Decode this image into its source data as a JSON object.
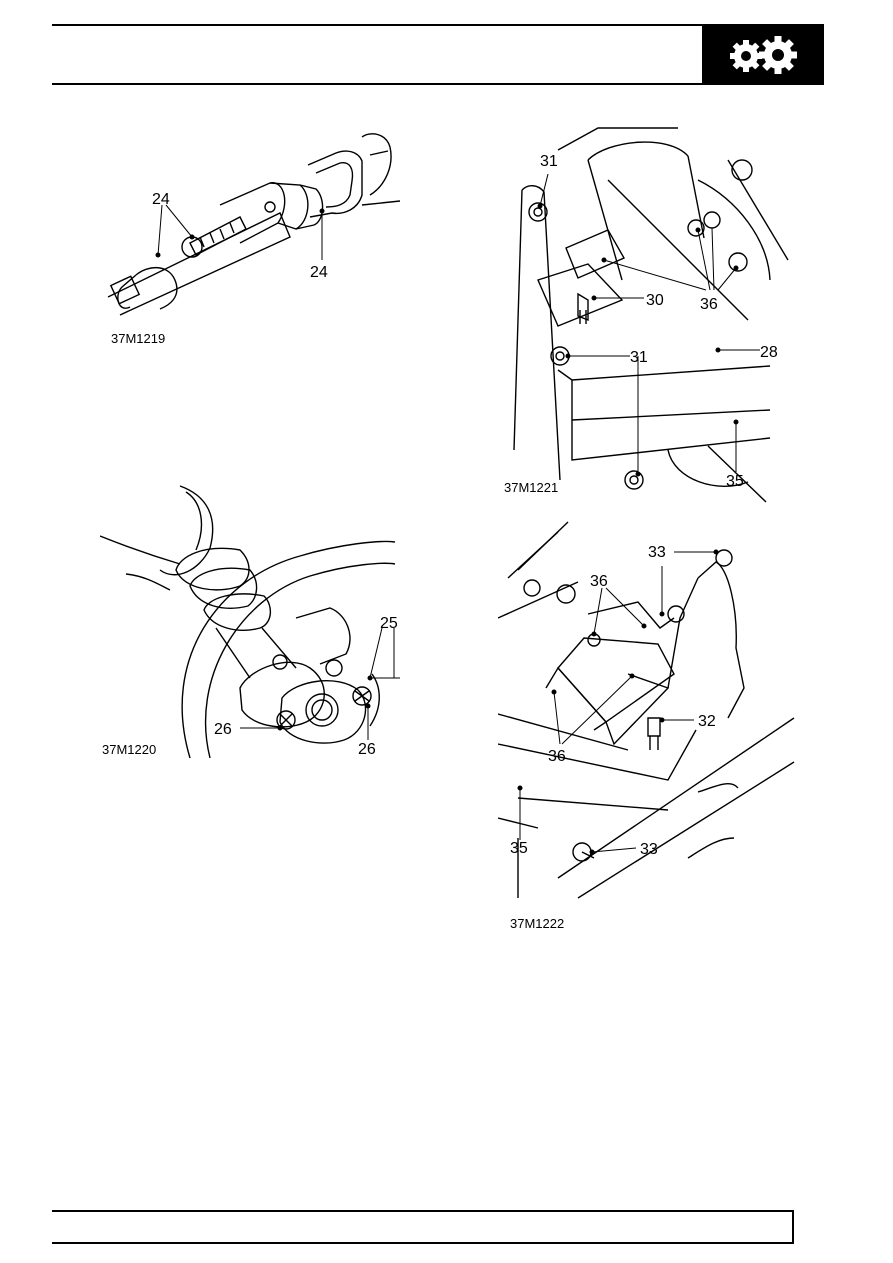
{
  "header": {
    "section_icon": "gears-icon"
  },
  "figures": [
    {
      "code": "37M1219",
      "callouts": [
        "24",
        "24"
      ]
    },
    {
      "code": "37M1220",
      "callouts": [
        "25",
        "26",
        "26"
      ]
    },
    {
      "code": "37M1221",
      "callouts": [
        "31",
        "30",
        "36",
        "31",
        "28",
        "35"
      ]
    },
    {
      "code": "37M1222",
      "callouts": [
        "33",
        "36",
        "32",
        "36",
        "35",
        "33"
      ]
    }
  ]
}
